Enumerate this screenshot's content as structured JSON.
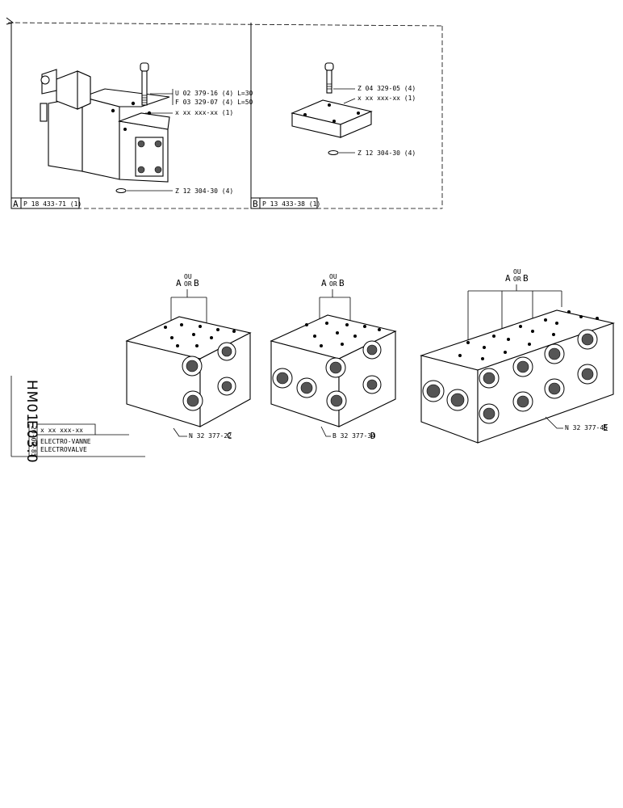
{
  "panel_a": {
    "tag": "A",
    "ref": "P 18 433-71 (1)",
    "screw_ref_1": "U 02 379-16 (4) L=30",
    "screw_ref_2": "F 03 329-07 (4) L=50",
    "body_ref": "x xx xxx-xx (1)",
    "oring_ref": "Z 12 304-30 (4)"
  },
  "panel_b": {
    "tag": "B",
    "ref": "P 13 433-38 (1)",
    "screw_ref": "Z 04 329-05 (4)",
    "plate_ref": "x xx xxx-xx (1)",
    "oring_ref": "Z 12 304-30 (4)"
  },
  "ports_label": {
    "a": "A",
    "ou": "OU",
    "or": "OR",
    "b": "B"
  },
  "blocks": [
    {
      "ref": "N 32 377-22",
      "suffix": "C"
    },
    {
      "ref": "B 32 377-34",
      "suffix": "D"
    },
    {
      "ref": "N 32 377-45",
      "suffix": "E"
    }
  ],
  "title_block": {
    "code_1": "HM01",
    "code_2": "E03.0",
    "date": "20-09-85",
    "part_no": "x xx xxx-xx",
    "name_fr": "ELECTRO-VANNE",
    "name_en": "ELECTROVALVE"
  }
}
